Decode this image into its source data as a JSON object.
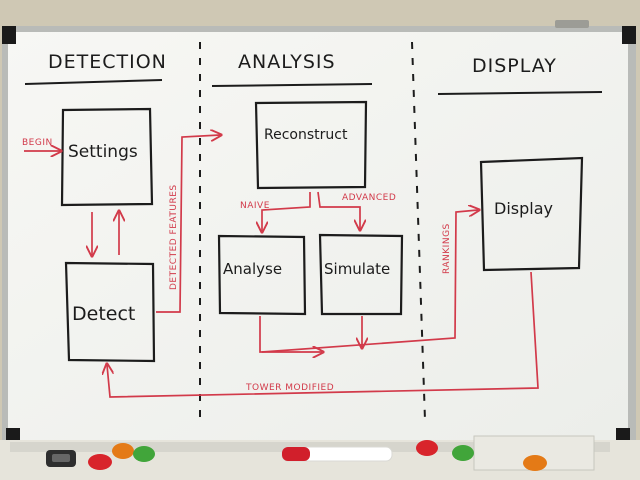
{
  "sections": {
    "detection": "DETECTION",
    "analysis": "ANALYSIS",
    "display": "DISPLAY"
  },
  "boxes": {
    "settings": "Settings",
    "detect": "Detect",
    "reconstruct": "Reconstruct",
    "analyse": "Analyse",
    "simulate": "Simulate",
    "display": "Display"
  },
  "arrow_labels": {
    "begin": "BEGIN",
    "detected_features": "DETECTED FEATURES",
    "naive": "NAIVE",
    "advanced": "ADVANCED",
    "rankings": "RANKINGS",
    "tower_modified": "TOWER MODIFIED"
  },
  "colors": {
    "wall": "#cfc8b4",
    "board": "#f4f4f1",
    "frame": "#b9bbb8",
    "marker_black": "#1c1c1c",
    "marker_red": "#d23a4a"
  },
  "icons": [
    "magnet-green",
    "magnet-red",
    "magnet-orange",
    "marker-pen",
    "eraser"
  ]
}
